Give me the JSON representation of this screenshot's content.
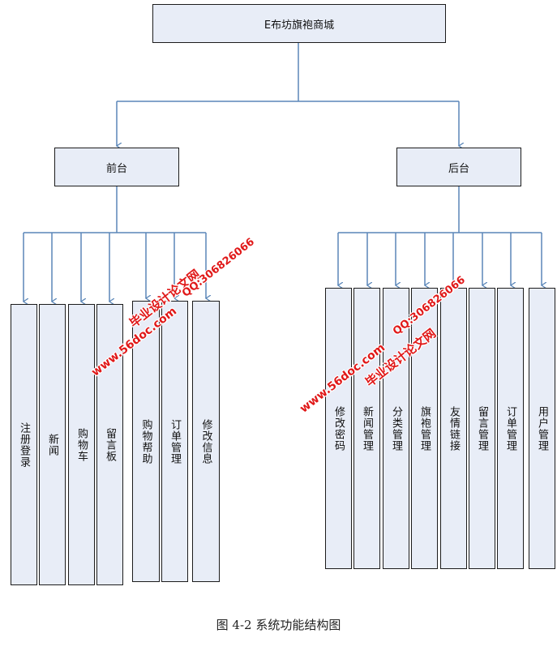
{
  "root": {
    "label": "E布坊旗袍商城"
  },
  "front": {
    "label": "前台",
    "items": [
      "注册登录",
      "新闻",
      "购物车",
      "留言板",
      "购物帮助",
      "订单管理",
      "修改信息"
    ]
  },
  "back": {
    "label": "后台",
    "items": [
      "修改密码",
      "新闻管理",
      "分类管理",
      "旗袍管理",
      "友情链接",
      "留言管理",
      "订单管理",
      "用户管理"
    ]
  },
  "caption": "图 4-2 系统功能结构图",
  "watermark": {
    "site": "www.56doc.com",
    "brand": "毕业设计论文网",
    "qq": "QQ:306826066",
    "color": "#e01818"
  },
  "colors": {
    "box_fill": "#e8edf7",
    "line": "#5a86b8",
    "border": "#1c1c1c"
  }
}
